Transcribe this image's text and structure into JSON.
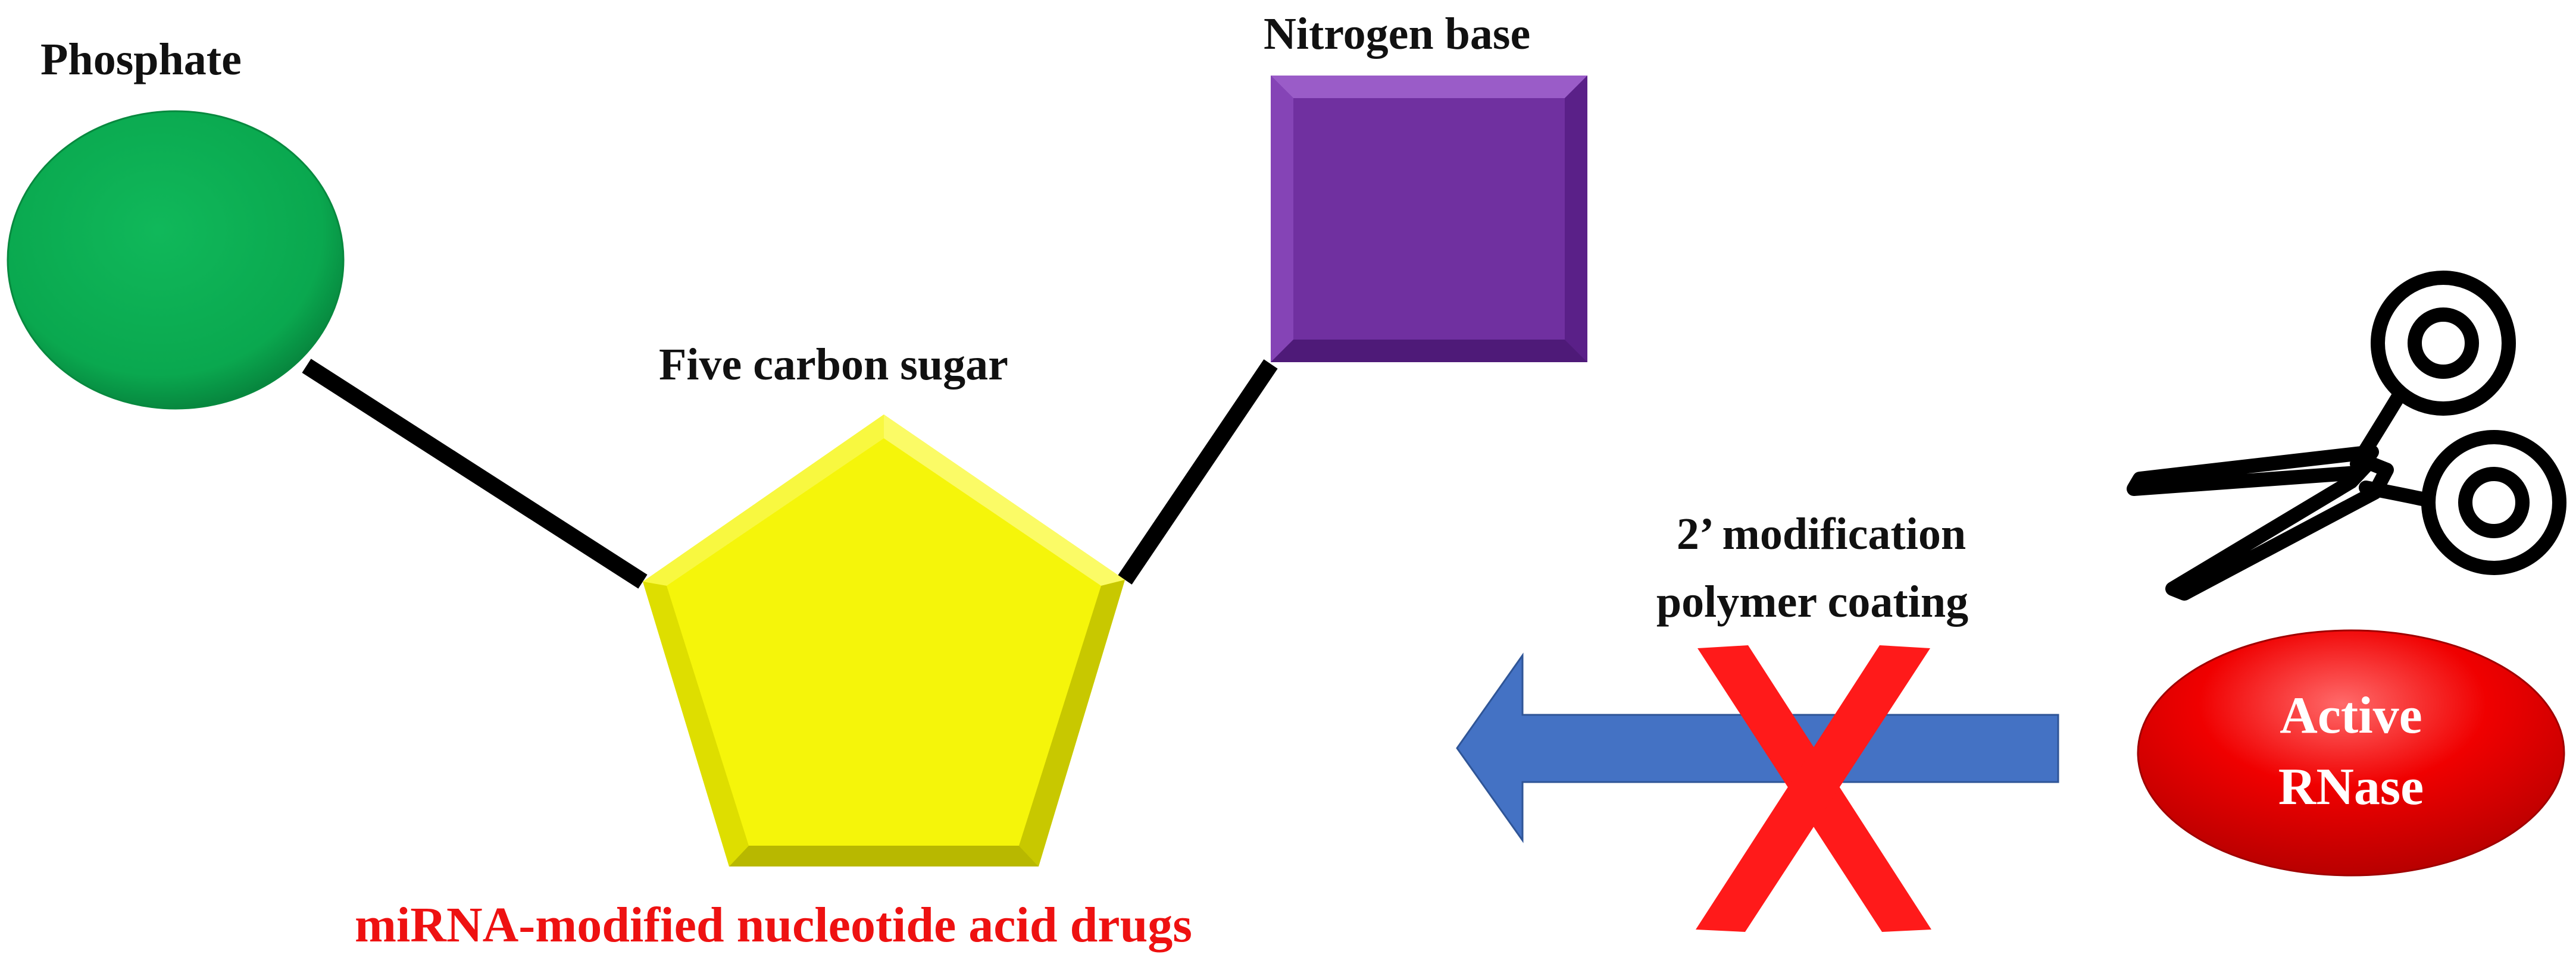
{
  "labels": {
    "phosphate": "Phosphate",
    "nitrogen_base": "Nitrogen base",
    "five_carbon_sugar": "Five carbon sugar",
    "modification_line1": "2’ modification",
    "modification_line2": "polymer coating",
    "rnase_line1": "Active",
    "rnase_line2": "RNase",
    "caption": "miRNA-modified nucleotide acid drugs"
  },
  "colors": {
    "phosphate": "#0aa84f",
    "nitrogen_base": "#7030a0",
    "sugar": "#f5f50a",
    "arrow": "#4472c4",
    "cross": "#ff1a1a",
    "rnase": "#ee0000",
    "caption": "#ee1111",
    "bond": "#000000"
  },
  "icons": {
    "scissors": "scissors-icon",
    "blocked": "cross-icon",
    "direction": "left-arrow-icon"
  }
}
